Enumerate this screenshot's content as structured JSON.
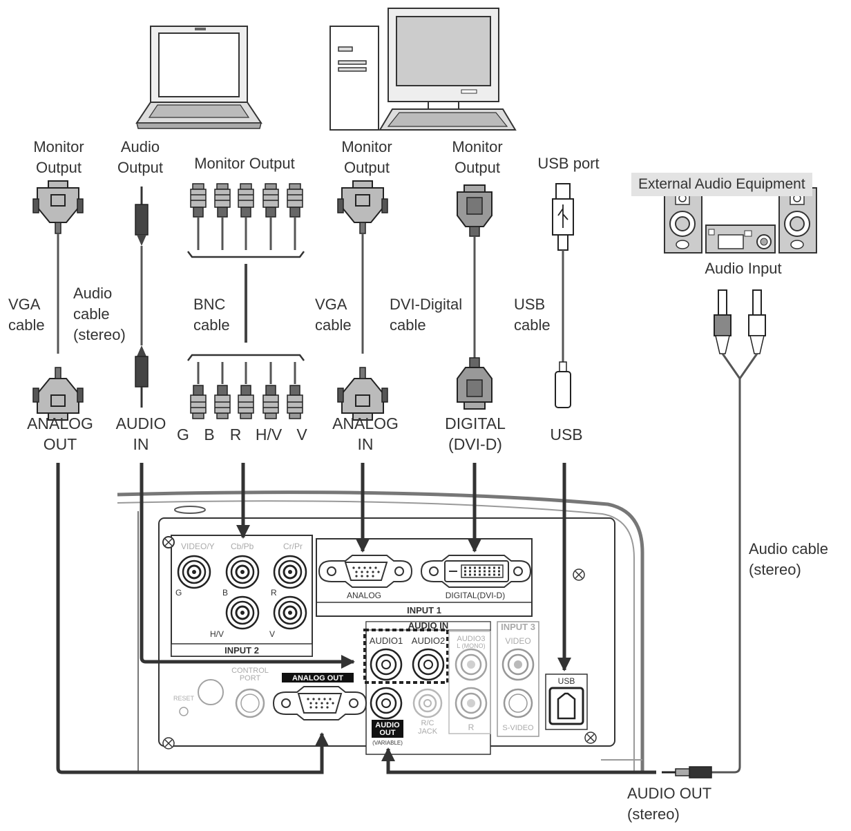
{
  "devices": {
    "external_audio": "External Audio Equipment",
    "audio_input": "Audio Input"
  },
  "top_labels": {
    "laptop_monitor_output": "Monitor\nOutput",
    "laptop_audio_output": "Audio\nOutput",
    "bnc_monitor_output": "Monitor Output",
    "pc_monitor_output": "Monitor\nOutput",
    "pc_dvi_monitor_output": "Monitor\nOutput",
    "usb_port": "USB port"
  },
  "cables": {
    "vga_left": "VGA\ncable",
    "audio": "Audio\ncable\n(stereo)",
    "bnc": "BNC\ncable",
    "vga_right": "VGA\ncable",
    "dvi": "DVI-Digital\ncable",
    "usb": "USB\ncable",
    "audio_right": "Audio cable\n(stereo)"
  },
  "bottom_labels": {
    "analog_out": "ANALOG\nOUT",
    "audio_in": "AUDIO\nIN",
    "bnc_g": "G",
    "bnc_b": "B",
    "bnc_r": "R",
    "bnc_hv": "H/V",
    "bnc_v": "V",
    "analog_in": "ANALOG\nIN",
    "digital": "DIGITAL\n(DVI-D)",
    "usb": "USB",
    "audio_out": "AUDIO OUT\n(stereo)"
  },
  "panel": {
    "video_y": "VIDEO/Y",
    "cb_pb": "Cb/Pb",
    "cr_pr": "Cr/Pr",
    "g": "G",
    "b": "B",
    "r": "R",
    "hv": "H/V",
    "v": "V",
    "input2": "INPUT 2",
    "analog": "ANALOG",
    "digital_dvi": "DIGITAL(DVI-D)",
    "input1": "INPUT 1",
    "audio_in": "AUDIO IN",
    "audio1": "AUDIO1",
    "audio2": "AUDIO2",
    "audio3": "AUDIO3",
    "l_mono": "L (MONO)",
    "input3": "INPUT 3",
    "video": "VIDEO",
    "r_ch": "R",
    "s_video": "S-VIDEO",
    "control": "CONTROL",
    "port": "PORT",
    "reset": "RESET",
    "analog_out": "ANALOG OUT",
    "audio_out_1": "AUDIO",
    "audio_out_2": "OUT",
    "variable": "(VARIABLE)",
    "rc": "R/C",
    "jack": "JACK",
    "usb": "USB"
  }
}
